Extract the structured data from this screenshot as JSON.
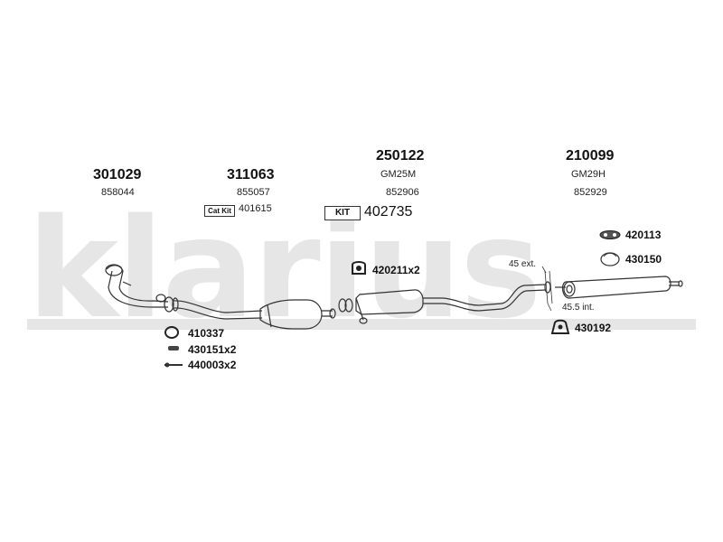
{
  "watermark": {
    "text": "klarius"
  },
  "groups": [
    {
      "part": "301029",
      "ref": "858044"
    },
    {
      "part": "311063",
      "ref": "855057",
      "kit_badge": "Cat Kit",
      "kit_code": "401615"
    },
    {
      "part": "250122",
      "model": "GM25M",
      "ref": "852906",
      "kit_badge": "KIT",
      "kit_code": "402735"
    },
    {
      "part": "210099",
      "model": "GM29H",
      "ref": "852929"
    }
  ],
  "fittings": {
    "clamp_ring": "410337",
    "bolt": "430151x2",
    "stud": "440003x2",
    "hanger_mid": "420211x2",
    "hanger_top": "420113",
    "rubber_ring": "430150",
    "mount_rear": "430192"
  },
  "dimensions": {
    "ext": "45 ext.",
    "int": "45.5 int."
  }
}
